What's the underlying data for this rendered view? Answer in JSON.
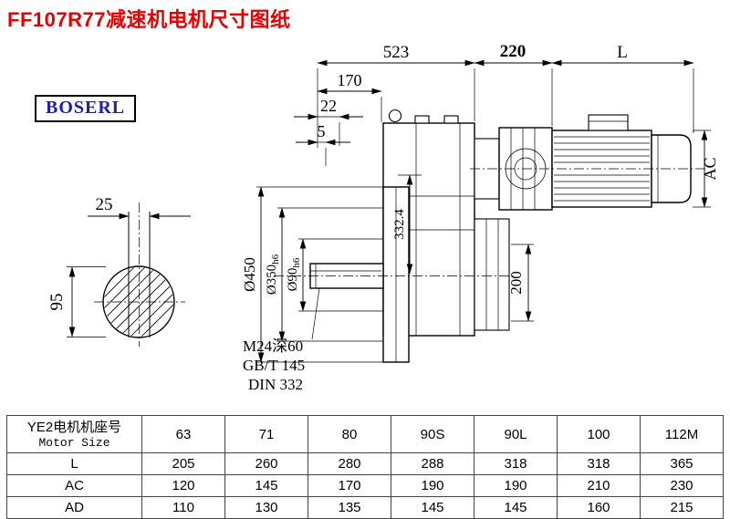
{
  "page": {
    "title": "FF107R77减速机电机尺寸图纸"
  },
  "logo": {
    "text": "BOSERL"
  },
  "drawing": {
    "dims": {
      "len_total": "523",
      "len_adapter": "220",
      "len_L": "L",
      "len_170": "170",
      "len_22": "22",
      "len_5": "5",
      "key_width": "25",
      "shaft_dia": "95",
      "flange_od": "Ø450",
      "spigot_dia": "Ø350",
      "spigot_tol": "h6",
      "hub_dia": "Ø90",
      "hub_tol": "h6",
      "height_332": "332.4",
      "height_200": "200",
      "motor_ac": "AC"
    },
    "notes": {
      "tap": "M24深60",
      "std1": "GB/T 145",
      "std2": "DIN 332"
    }
  },
  "table": {
    "header": {
      "line1": "YE2电机机座号",
      "line2": "Motor Size",
      "sizes": [
        "63",
        "71",
        "80",
        "90S",
        "90L",
        "100",
        "112M"
      ]
    },
    "rows": [
      {
        "label": "L",
        "values": [
          "205",
          "260",
          "280",
          "288",
          "318",
          "318",
          "365"
        ]
      },
      {
        "label": "AC",
        "values": [
          "120",
          "145",
          "170",
          "190",
          "190",
          "210",
          "230"
        ]
      },
      {
        "label": "AD",
        "values": [
          "110",
          "130",
          "135",
          "145",
          "145",
          "160",
          "215"
        ]
      }
    ]
  }
}
